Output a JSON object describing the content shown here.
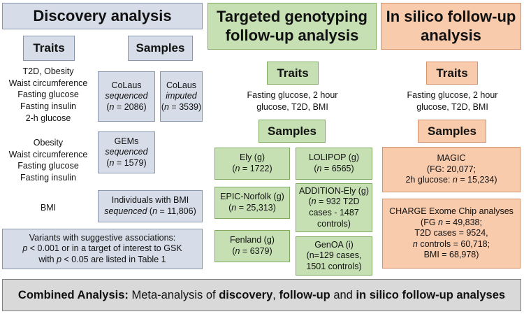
{
  "columns": {
    "discovery": {
      "header": "Discovery analysis",
      "traits_label": "Traits",
      "samples_label": "Samples",
      "trait_groups": [
        [
          "T2D, Obesity",
          "Waist circumference",
          "Fasting glucose",
          "Fasting insulin",
          "2-h glucose"
        ],
        [
          "Obesity",
          "Waist circumference",
          "Fasting glucose",
          "Fasting insulin"
        ],
        [
          "BMI"
        ]
      ],
      "colaus_seq": {
        "name": "CoLaus",
        "kind": "sequenced",
        "n": "2086"
      },
      "colaus_imp": {
        "name": "CoLaus",
        "kind": "imputed",
        "n": "3539"
      },
      "gems": {
        "name": "GEMs",
        "kind": "sequenced",
        "n": "1579"
      },
      "bmi_seq": {
        "line1": "Individuals with BMI",
        "kind": "sequenced",
        "n": "11,806"
      },
      "variants_note": {
        "line1": "Variants with suggestive associations:",
        "p1": "p",
        "line2_rest": " < 0.001 or in a target of interest to GSK",
        "line3_pre": "with ",
        "p2": "p",
        "line3_rest": " < 0.05 are listed in Table 1"
      }
    },
    "targeted": {
      "header_line1": "Targeted genotyping",
      "header_line2": "follow-up analysis",
      "traits_label": "Traits",
      "traits_text_line1": "Fasting glucose, 2 hour",
      "traits_text_line2": "glucose, T2D, BMI",
      "samples_label": "Samples",
      "ely": {
        "name": "Ely (g)",
        "n": "1722"
      },
      "lolipop": {
        "name": "LOLIPOP (g)",
        "n": "6565"
      },
      "epic": {
        "name": "EPIC-Norfolk (g)",
        "n": "25,313"
      },
      "addition": {
        "name": "ADDITION-Ely (g)",
        "line2_rest": " = 932 T2D",
        "line3": "cases - 1487",
        "line4": "controls)"
      },
      "fenland": {
        "name": "Fenland (g)",
        "n": "6379"
      },
      "genoa": {
        "name": "GenOA (i)",
        "line2": "(n=129 cases,",
        "line3": "1501 controls)"
      }
    },
    "insilico": {
      "header_line1": "In silico follow-up",
      "header_line2": "analysis",
      "traits_label": "Traits",
      "traits_text_line1": "Fasting glucose, 2 hour",
      "traits_text_line2": "glucose, T2D, BMI",
      "samples_label": "Samples",
      "magic": {
        "name": "MAGIC",
        "line2": "(FG: 20,077;",
        "line3": "2h glucose: ",
        "line3_n": "n",
        "line3_rest": " = 15,234)"
      },
      "charge": {
        "name": "CHARGE Exome Chip analyses",
        "line2_pre": "(FG ",
        "line2_n": "n",
        "line2_rest": " = 49,838;",
        "line3": "T2D cases = 9524,",
        "line4_n": "n",
        "line4_rest": " controls = 60,718;",
        "line5": "BMI = 68,978)"
      }
    }
  },
  "footer": {
    "b1": "Combined Analysis:",
    "t1": " Meta-analysis of ",
    "b2": "discovery",
    "t2": ", ",
    "b3": "follow-up",
    "t3": " and ",
    "b4": "in silico follow-up analyses"
  },
  "common": {
    "n_symbol": "n",
    "eq": " = ",
    "open": "(",
    "close": ")"
  },
  "colors": {
    "blue": "#d6dde8",
    "green": "#c6e0b4",
    "orange": "#f8cbad",
    "footer": "#d9d9d9"
  }
}
